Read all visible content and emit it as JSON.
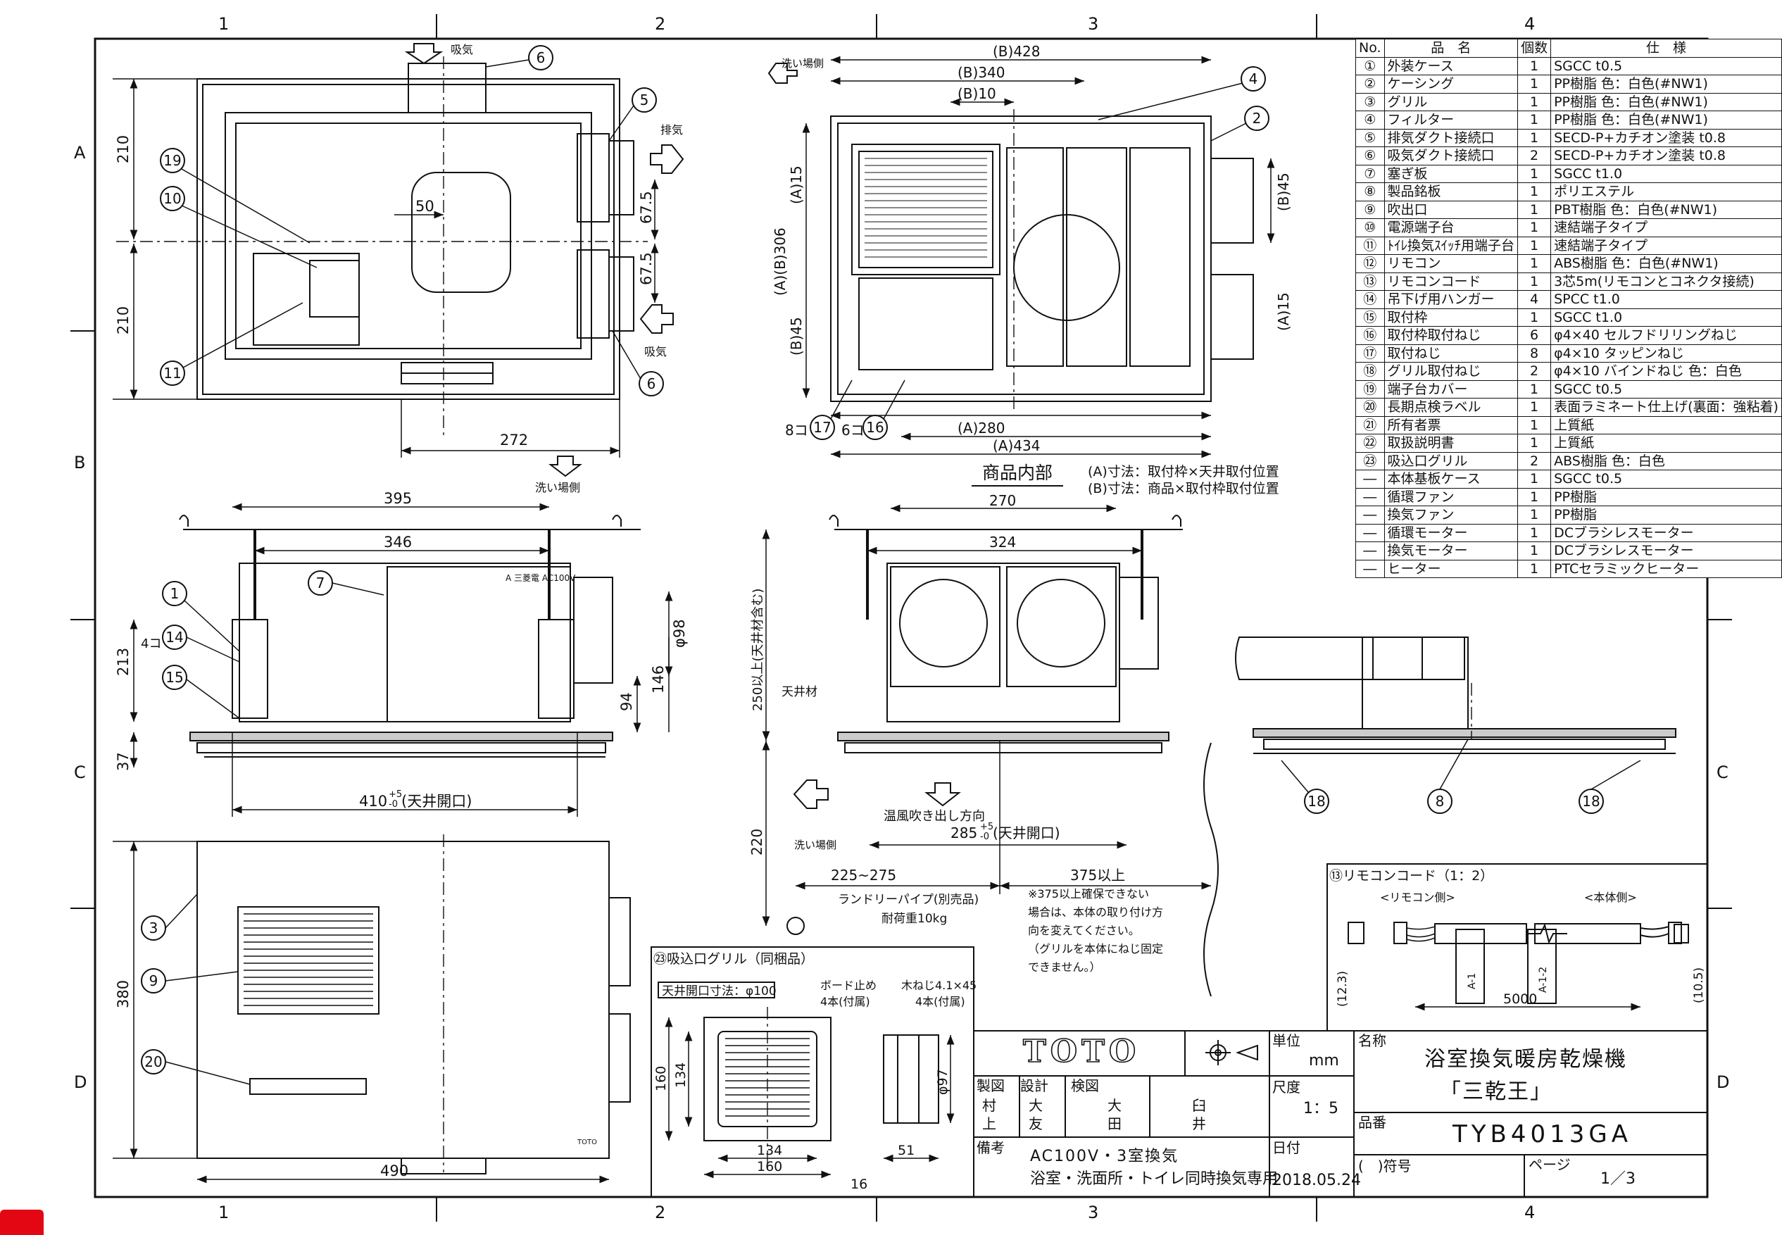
{
  "grid": {
    "columns": [
      "1",
      "2",
      "3",
      "4"
    ],
    "rows": [
      "A",
      "B",
      "C",
      "D"
    ]
  },
  "parts_table": {
    "headers": [
      "No.",
      "品　名",
      "個数",
      "仕　様"
    ],
    "rows": [
      [
        "①",
        "外装ケース",
        "1",
        "SGCC t0.5"
      ],
      [
        "②",
        "ケーシング",
        "1",
        "PP樹脂 色：白色(#NW1)"
      ],
      [
        "③",
        "グリル",
        "1",
        "PP樹脂 色：白色(#NW1)"
      ],
      [
        "④",
        "フィルター",
        "1",
        "PP樹脂 色：白色(#NW1)"
      ],
      [
        "⑤",
        "排気ダクト接続口",
        "1",
        "SECD-P+カチオン塗装 t0.8"
      ],
      [
        "⑥",
        "吸気ダクト接続口",
        "2",
        "SECD-P+カチオン塗装 t0.8"
      ],
      [
        "⑦",
        "塞ぎ板",
        "1",
        "SGCC t1.0"
      ],
      [
        "⑧",
        "製品銘板",
        "1",
        "ポリエステル"
      ],
      [
        "⑨",
        "吹出口",
        "1",
        "PBT樹脂 色：白色(#NW1)"
      ],
      [
        "⑩",
        "電源端子台",
        "1",
        "速結端子タイプ"
      ],
      [
        "⑪",
        "ﾄｲﾚ換気ｽｲｯﾁ用端子台",
        "1",
        "速結端子タイプ"
      ],
      [
        "⑫",
        "リモコン",
        "1",
        "ABS樹脂 色：白色(#NW1)"
      ],
      [
        "⑬",
        "リモコンコード",
        "1",
        "3芯5m(リモコンとコネクタ接続)"
      ],
      [
        "⑭",
        "吊下げ用ハンガー",
        "4",
        "SPCC t1.0"
      ],
      [
        "⑮",
        "取付枠",
        "1",
        "SGCC t1.0"
      ],
      [
        "⑯",
        "取付枠取付ねじ",
        "6",
        "φ4×40 セルフドリリングねじ"
      ],
      [
        "⑰",
        "取付ねじ",
        "8",
        "φ4×10 タッピンねじ"
      ],
      [
        "⑱",
        "グリル取付ねじ",
        "2",
        "φ4×10 バインドねじ 色：白色"
      ],
      [
        "⑲",
        "端子台カバー",
        "1",
        "SGCC t0.5"
      ],
      [
        "⑳",
        "長期点検ラベル",
        "1",
        "表面ラミネート仕上げ(裏面：強粘着)"
      ],
      [
        "㉑",
        "所有者票",
        "1",
        "上質紙"
      ],
      [
        "㉒",
        "取扱説明書",
        "1",
        "上質紙"
      ],
      [
        "㉓",
        "吸込口グリル",
        "2",
        "ABS樹脂 色：白色"
      ],
      [
        "―",
        "本体基板ケース",
        "1",
        "SGCC t0.5"
      ],
      [
        "―",
        "循環ファン",
        "1",
        "PP樹脂"
      ],
      [
        "―",
        "換気ファン",
        "1",
        "PP樹脂"
      ],
      [
        "―",
        "循環モーター",
        "1",
        "DCブラシレスモーター"
      ],
      [
        "―",
        "換気モーター",
        "1",
        "DCブラシレスモーター"
      ],
      [
        "―",
        "ヒーター",
        "1",
        "PTCセラミックヒーター"
      ]
    ]
  },
  "top_view": {
    "supply_label": "吸気",
    "exhaust_label": "排気",
    "supply_label2": "吸気",
    "wash_side": "洗い場側",
    "dims": {
      "d210a": "210",
      "d210b": "210",
      "d50": "50",
      "d675a": "67.5",
      "d675b": "67.5",
      "d272": "272"
    }
  },
  "inner_view": {
    "wash_side": "洗い場側",
    "dims": {
      "b428": "(B)428",
      "b340": "(B)340",
      "b10": "(B)10",
      "a15a": "(A)15",
      "ab306": "(A)(B)306",
      "b45l": "(B)45",
      "b45r": "(B)45",
      "a15b": "(A)15",
      "a280": "(A)280",
      "a434": "(A)434"
    },
    "count6": "6コ",
    "count8": "8コ",
    "caption": "商品内部",
    "note_a": "(A)寸法：取付枠×天井取付位置",
    "note_b": "(B)寸法：商品×取付枠取付位置"
  },
  "side_view": {
    "dims": {
      "d395": "395",
      "d346": "346",
      "d213": "213",
      "d98": "φ98",
      "d146": "146",
      "d94": "94",
      "d37": "37",
      "d410": "410",
      "tol": "+5",
      "tol0": "-0",
      "open": "(天井開口)"
    },
    "count4": "4コ",
    "plate": "A 三菱電 AC100V"
  },
  "front_view": {
    "dims": {
      "d270": "270",
      "d324": "324",
      "d250": "250以上(天井材含む)",
      "d220": "220",
      "d285": "285",
      "tol": "+5",
      "tol0": "-0",
      "open": "(天井開口)",
      "d225": "225~275",
      "d375": "375以上"
    },
    "ceiling": "天井材",
    "warm_air": "温風吹き出し方向",
    "wash_side": "洗い場側",
    "pipe": "ランドリーパイプ(別売品)",
    "load": "耐荷重10kg",
    "caution": [
      "※375以上確保できない",
      "場合は、本体の取り付け方",
      "向を変えてください。",
      "（グリルを本体にねじ固定",
      "できません。）"
    ]
  },
  "bottom_view": {
    "dims": {
      "d380": "380",
      "d490": "490"
    },
    "brand_small": "TOTO"
  },
  "grille_detail": {
    "title": "㉓吸込口グリル（同梱品）",
    "opening": "天井開口寸法：φ100",
    "board_stop": "ボード止め",
    "board_qty": "4本(付属)",
    "wood_screw": "木ねじ4.1×45",
    "wood_qty": "4本(付属)",
    "dims": {
      "d160a": "160",
      "d134a": "134",
      "d97": "φ97",
      "d134b": "134",
      "d160b": "160",
      "d51": "51",
      "d16": "16"
    }
  },
  "remote_cord": {
    "title": "⑬リモコンコード（1：2）",
    "remote_side": "<リモコン側>",
    "body_side": "<本体側>",
    "tag1": "A-1",
    "tag2": "A-1-2",
    "d5000": "5000",
    "d123": "(12.3)",
    "d105": "(10.5)"
  },
  "balloons": {
    "b1": "1",
    "b2": "2",
    "b3": "3",
    "b4": "4",
    "b5": "5",
    "b6a": "6",
    "b6b": "6",
    "b7": "7",
    "b8": "8",
    "b9": "9",
    "b10": "10",
    "b11": "11",
    "b14": "14",
    "b15": "15",
    "b16": "16",
    "b17": "17",
    "b18a": "18",
    "b18b": "18",
    "b19": "19",
    "b20": "20"
  },
  "title_block": {
    "brand": "TOTO",
    "unit_label": "単位",
    "unit": "mm",
    "name_label": "名称",
    "product_name": "浴室換気暖房乾燥機",
    "product_nick": "「三乾王」",
    "scale_label": "尺度",
    "scale": "1：5",
    "model_label": "品番",
    "model": "TYB4013GA",
    "date_label": "日付",
    "date": "2018.05.24",
    "symbol": "(　)符号",
    "page_label": "ページ",
    "page": "1／3",
    "remarks_label": "備考",
    "remarks1": "AC100V・3室換気",
    "remarks2": "浴室・洗面所・トイレ同時換気専用",
    "made_label": "製図",
    "design_label": "設計",
    "check_label": "検図",
    "made_by": [
      "村",
      "上"
    ],
    "design_by": [
      "大",
      "友"
    ],
    "check_by1": [
      "大",
      "田"
    ],
    "check_by2": [
      "臼",
      "井"
    ]
  }
}
